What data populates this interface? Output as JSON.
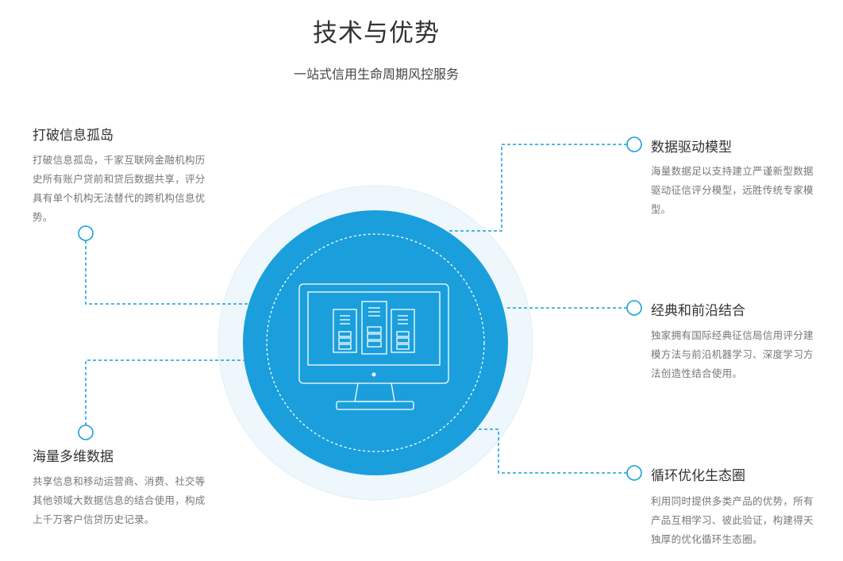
{
  "header": {
    "title": "技术与优势",
    "subtitle": "一站式信用生命周期风控服务"
  },
  "features": [
    {
      "title": "打破信息孤岛",
      "description": "打破信息孤岛，千家互联网金融机构历史所有账户贷前和贷后数据共享，评分具有单个机构无法替代的跨机构信息优势。"
    },
    {
      "title": "海量多维数据",
      "description": "共享信息和移动运营商、消费、社交等其他领域大数据信息的结合使用，构成上千万客户信贷历史记录。"
    },
    {
      "title": "数据驱动模型",
      "description": "海量数据足以支持建立严谨新型数据驱动征信评分模型，远胜传统专家模型。"
    },
    {
      "title": "经典和前沿结合",
      "description": "独家拥有国际经典征信局信用评分建模方法与前沿机器学习、深度学习方法创造性结合使用。"
    },
    {
      "title": "循环优化生态圈",
      "description": "利用同时提供多类产品的优势，所有产品互相学习、彼此验证，构建得天独厚的优化循环生态圈。"
    }
  ],
  "colors": {
    "accent": "#1a9fdc",
    "outer_ring": "#eef7fb",
    "text_dark": "#333333",
    "text_gray": "#777777"
  },
  "icons": {
    "center": "monitor-servers-icon",
    "node": "circle-node-icon"
  }
}
